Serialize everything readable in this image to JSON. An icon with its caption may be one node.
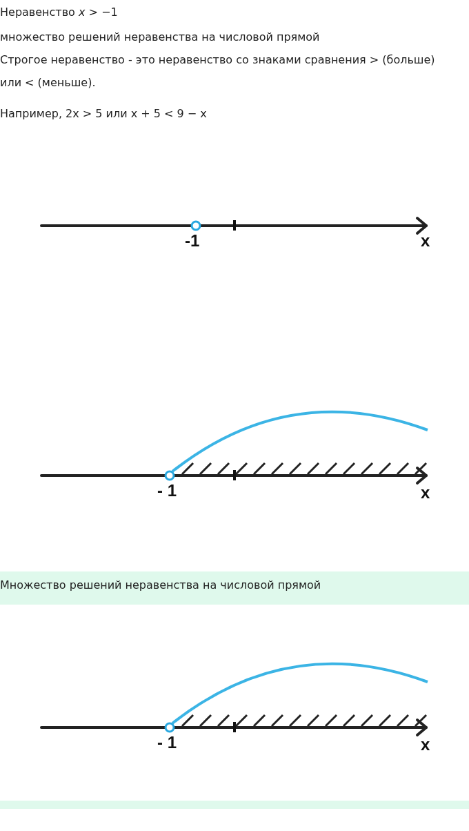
{
  "diagram": {
    "labels": [
      "Неравенство *x* > −1",
      "множество решений неравенства на числовой прямой",
      "Строгое неравенство - это неравенство со знаками сравнения > (больше) или < (меньше).",
      "Например, 2x > 5 или x + 5 < 9 − x",
      "-1",
      "x",
      "- 1",
      "x",
      "Множество решений неравенства на числовой прямой",
      "- 1",
      "x"
    ]
  }
}
